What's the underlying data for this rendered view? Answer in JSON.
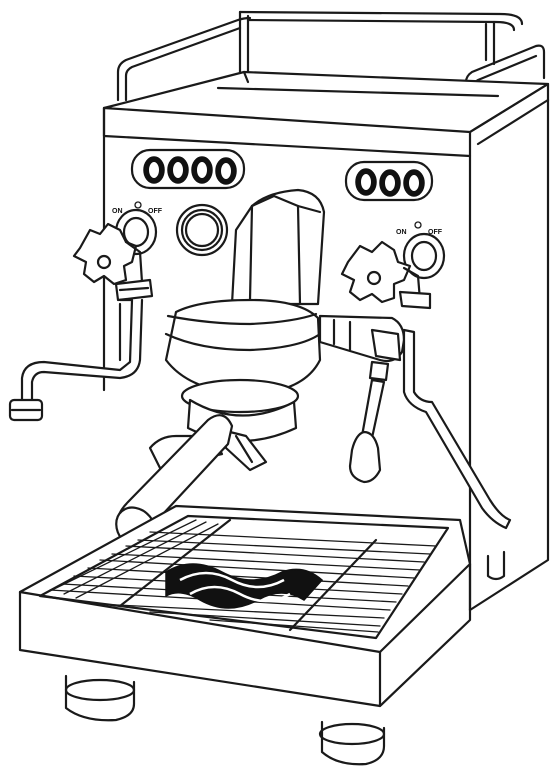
{
  "labels": {
    "left_dial_on": "ON",
    "left_dial_off": "OFF",
    "right_dial_on": "ON",
    "right_dial_off": "OFF"
  },
  "colors": {
    "line": "#1a1a1a",
    "fill": "#ffffff",
    "accent": "#111111"
  }
}
